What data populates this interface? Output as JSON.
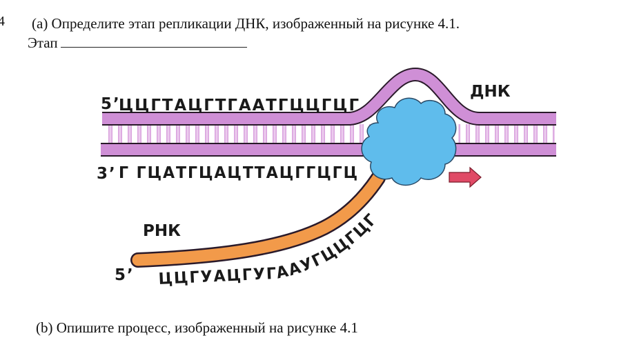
{
  "margin_mark": "4",
  "question_a": "(a) Определите этап репликации ДНК, изображенный на рисунке 4.1.",
  "stage_label": "Этап",
  "question_b": "(b) Опишите процесс, изображенный на рисунке 4.1",
  "diagram": {
    "dna_label": "ДНК",
    "rna_label": "РНК",
    "top_strand_end": "5’",
    "top_strand_seq": "ЦЦГТАЦГТГААТГЦЦГЦГ",
    "bottom_strand_end": "3’",
    "bottom_strand_seq": "Г ГЦАТГЦАЦТТАЦГГЦГЦ",
    "rna_end": "5’",
    "rna_seq": "ЦЦГУАЦГУГААУГЦЦГЦГ",
    "colors": {
      "dna_strand": "#cf8fd6",
      "dna_outline": "#2a1a2a",
      "rungs": "#d9a2dd",
      "enzyme": "#5fbcec",
      "rna": "#f29a4a",
      "arrow": "#e04a66"
    }
  }
}
